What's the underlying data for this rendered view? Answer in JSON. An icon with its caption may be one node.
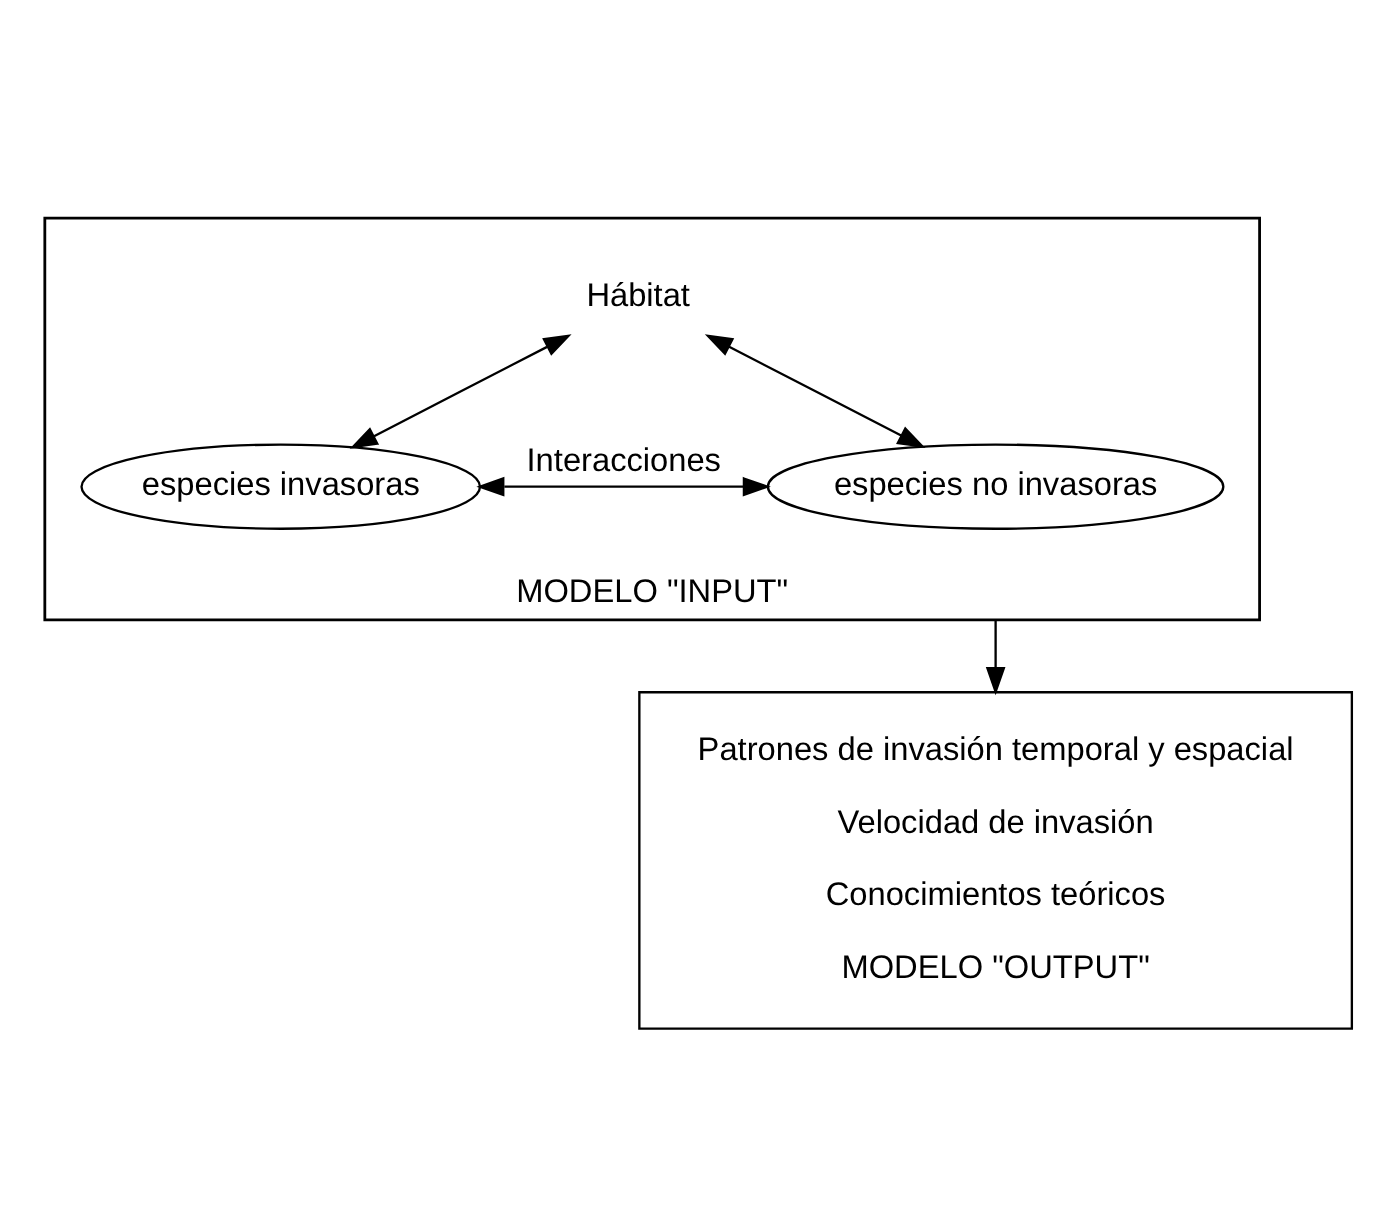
{
  "diagram": {
    "nodes": [
      {
        "text": [
          "MODELO \"INPUT\""
        ]
      },
      {
        "text": [
          "Hábitat"
        ],
        "in": 0
      },
      {
        "text": [
          "especies invasoras"
        ],
        "in": 0
      },
      {
        "text": [
          "especies no invasoras"
        ],
        "in": 0
      },
      {
        "text": [
          "Patrones de invasión temporal y espacial",
          "Velocidad de invasión",
          "Conocimientos teóricos",
          "MODELO \"OUTPUT\""
        ]
      }
    ],
    "edges": [
      {
        "from": 1,
        "to": 2,
        "arrow": "both"
      },
      {
        "from": 1,
        "to": 3,
        "arrow": "both"
      },
      {
        "from": 2,
        "to": 3,
        "arrow": "both",
        "label": "Interacciones"
      },
      {
        "from": 0,
        "to": 4,
        "arrow": "to"
      }
    ]
  }
}
